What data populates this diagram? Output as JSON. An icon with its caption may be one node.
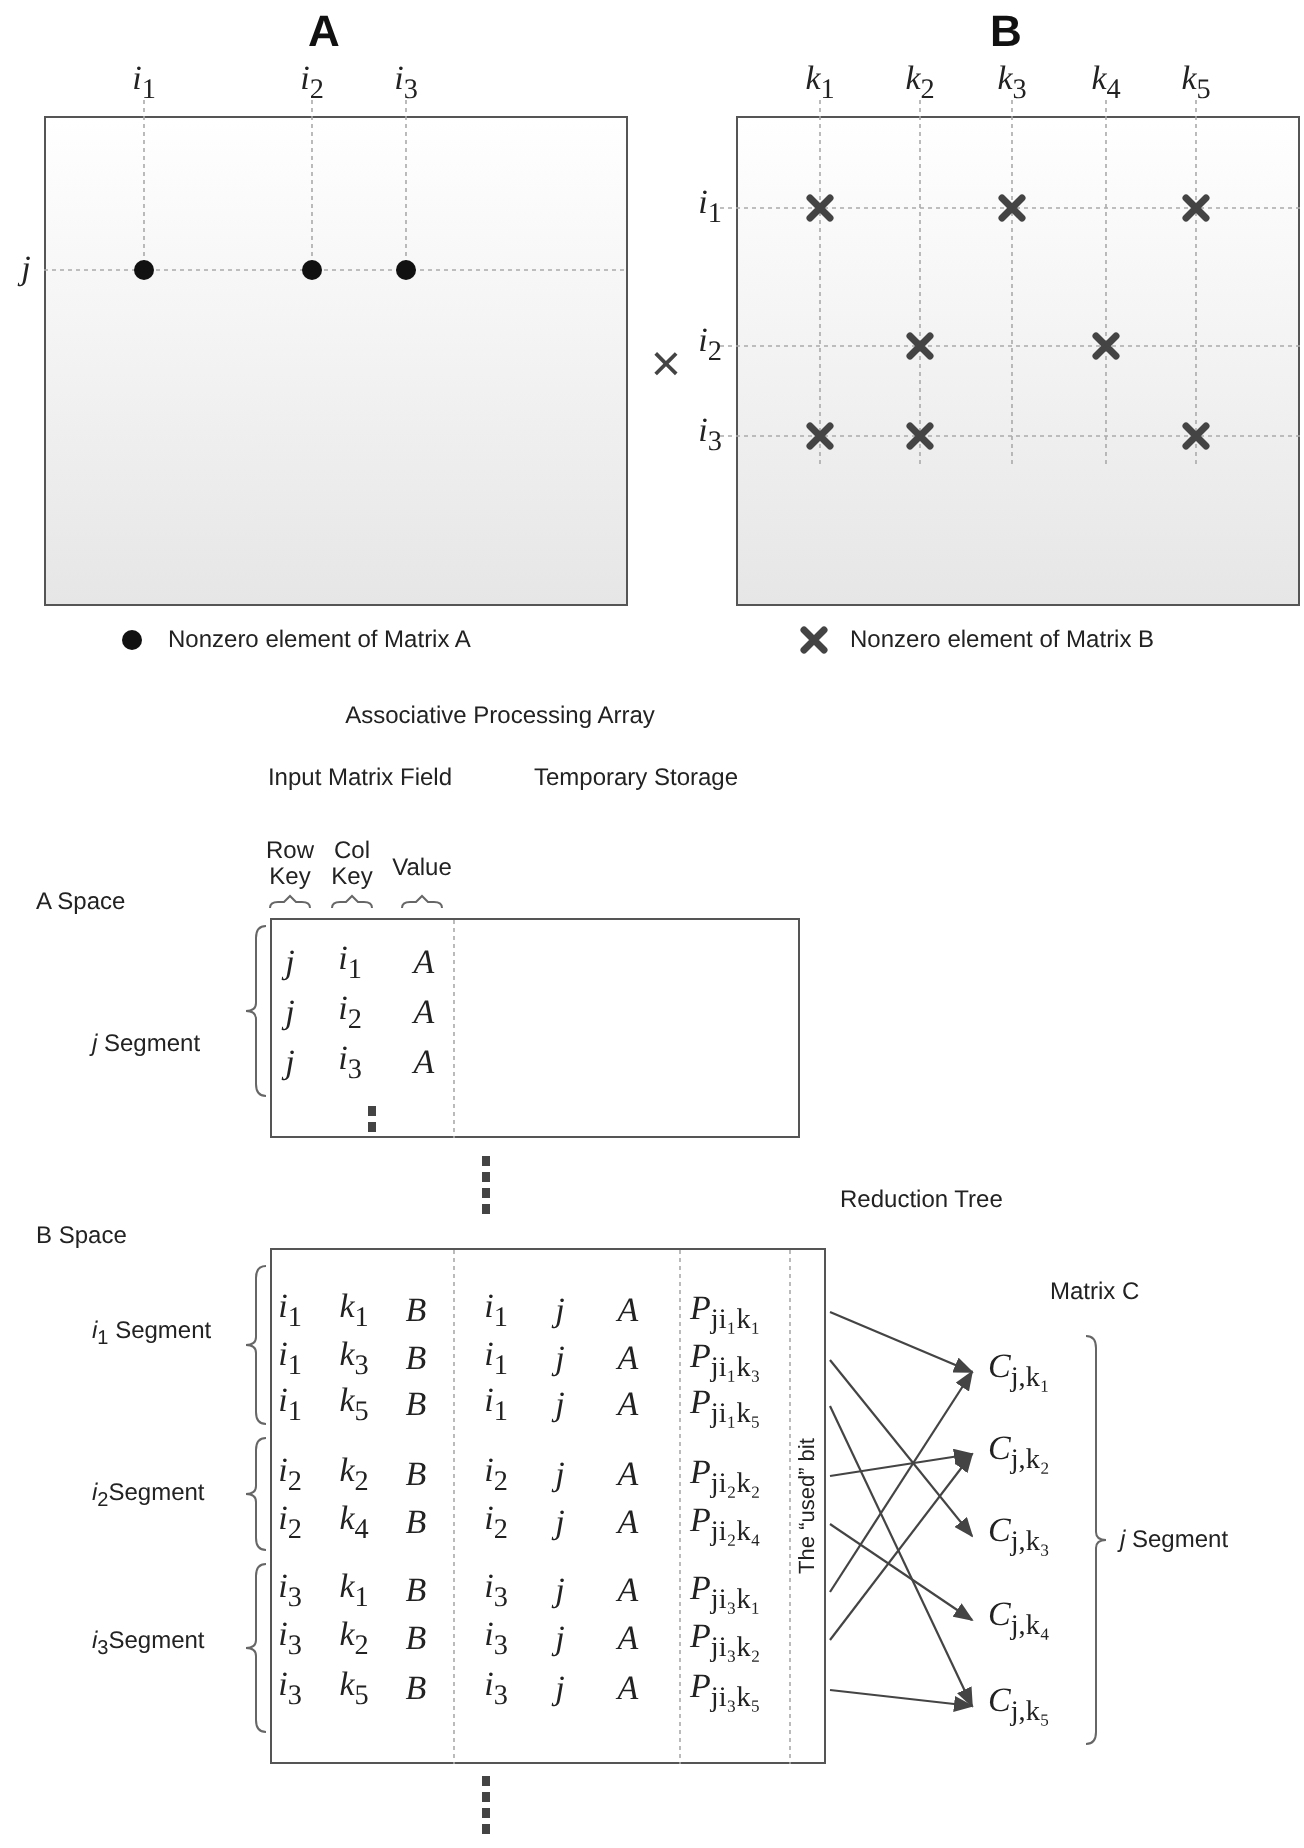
{
  "diagram": {
    "nodes": [
      {
        "text": [
          "A"
        ]
      },
      {
        "text": [
          "B"
        ]
      },
      {
        "text": [],
        "shape": "box"
      },
      {
        "text": [],
        "shape": "box"
      },
      {
        "text": [
          "*P*$_{ji₁k₁}$"
        ],
        "in": 3
      },
      {
        "text": [
          "*P*$_{ji₁k₃}$"
        ],
        "in": 3
      },
      {
        "text": [
          "*P*$_{ji₁k₅}$"
        ],
        "in": 3
      },
      {
        "text": [
          "*P*$_{ji₂k₂}$"
        ],
        "in": 3
      },
      {
        "text": [
          "*P*$_{ji₂k₄}$"
        ],
        "in": 3
      },
      {
        "text": [
          "*P*$_{ji₃k₁}$"
        ],
        "in": 3
      },
      {
        "text": [
          "*P*$_{ji₃k₂}$"
        ],
        "in": 3
      },
      {
        "text": [
          "*P*$_{ji₃k₅}$"
        ],
        "in": 3
      },
      {
        "text": [
          "*C*$_{j,k₁}$"
        ]
      },
      {
        "text": [
          "*C*$_{j,k₂}$"
        ]
      },
      {
        "text": [
          "*C*$_{j,k₃}$"
        ]
      },
      {
        "text": [
          "*C*$_{j,k₄}$"
        ]
      },
      {
        "text": [
          "*C*$_{j,k₅}$"
        ]
      }
    ],
    "edges": [
      {
        "from": 4,
        "to": 12,
        "arrow": "to"
      },
      {
        "from": 5,
        "to": 14,
        "arrow": "to"
      },
      {
        "from": 6,
        "to": 16,
        "arrow": "to"
      },
      {
        "from": 7,
        "to": 13,
        "arrow": "to"
      },
      {
        "from": 8,
        "to": 15,
        "arrow": "to"
      },
      {
        "from": 9,
        "to": 12,
        "arrow": "to"
      },
      {
        "from": 10,
        "to": 13,
        "arrow": "to"
      },
      {
        "from": 11,
        "to": 16,
        "arrow": "to"
      }
    ],
    "labels": [
      "*i*$_{1}$",
      "*i*$_{2}$",
      "*i*$_{3}$",
      "*j*",
      "*k*$_{1}$",
      "*k*$_{2}$",
      "*k*$_{3}$",
      "*k*$_{4}$",
      "*k*$_{5}$",
      "*i*$_{1}$",
      "×",
      "*i*$_{2}$",
      "*i*$_{3}$",
      "Associative Processing Array",
      "Input Matrix Field",
      "Temporary Storage",
      "Row Key",
      "Col Key",
      "Value",
      "A Space",
      "*j* Segment",
      "*j*",
      "*i*$_{1}$",
      "*A*",
      "*j*",
      "*i*$_{2}$",
      "*A*",
      "*j*",
      "*i*$_{3}$",
      "*A*",
      "Reduction Tree",
      "B Space",
      "Matrix C",
      "*i*$_{1}$ Segment",
      "*i*$_{1}$",
      "*k*$_{1}$",
      "*B*",
      "*i*$_{1}$",
      "*j*",
      "*A*",
      "*i*$_{1}$",
      "*k*$_{3}$",
      "*B*",
      "*i*$_{1}$",
      "*j*",
      "*A*",
      "*i*$_{1}$",
      "*k*$_{5}$",
      "*B*",
      "*i*$_{1}$",
      "*j*",
      "*A*",
      "*i*$_{2}$",
      "*k*$_{2}$",
      "*B*",
      "*i*$_{2}$",
      "*j*",
      "*A*",
      "*i*$_{2}$",
      "*k*$_{4}$",
      "*B*",
      "*i*$_{2}$",
      "*j*",
      "*A*",
      "*i*$_{3}$",
      "*k*$_{1}$",
      "*B*",
      "*i*$_{3}$",
      "*j*",
      "*A*",
      "*i*$_{3}$",
      "*k*$_{2}$",
      "*B*",
      "*i*$_{3}$",
      "*j*",
      "*A*",
      "*i*$_{3}$",
      "*k*$_{5}$",
      "*B*",
      "*i*$_{3}$",
      "*j*",
      "*A*",
      "The “used” bit",
      "*i*$_{2}$Segment",
      "*i*$_{3}$Segment",
      "*j* Segment"
    ],
    "legend": [
      {
        "text": "Nonzero element of Matrix A"
      },
      {
        "text": "Nonzero element of Matrix B"
      }
    ]
  }
}
